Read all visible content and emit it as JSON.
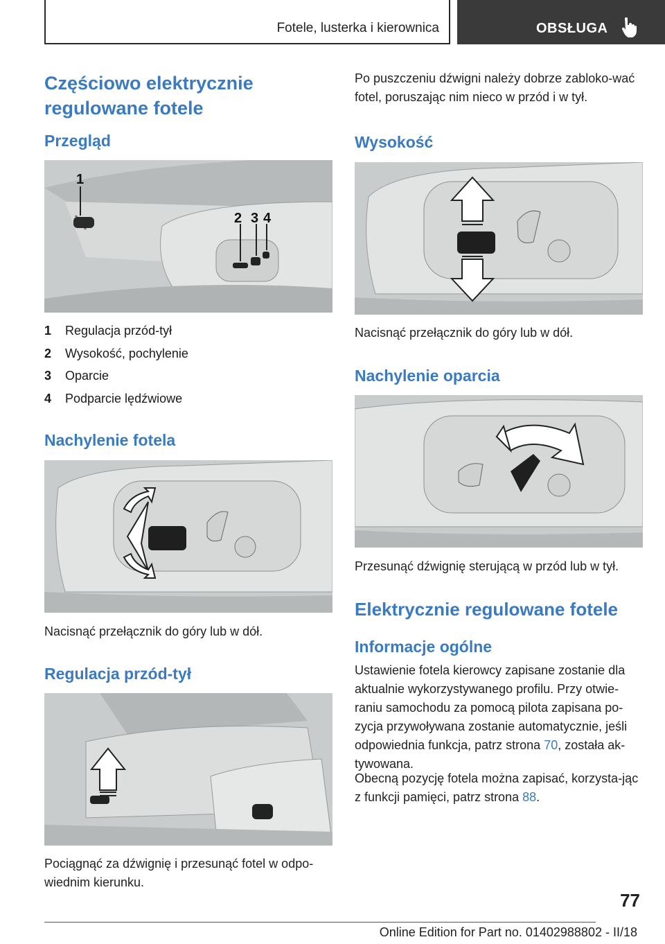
{
  "header": {
    "section_title": "Fotele, lusterka i kierownica",
    "tab_label": "OBSŁUGA"
  },
  "left": {
    "title": "Częściowo elektrycznie regulowane fotele",
    "overview_heading": "Przegląd",
    "overview_callouts": [
      "1",
      "2",
      "3",
      "4"
    ],
    "legend": [
      {
        "num": "1",
        "label": "Regulacja przód-tył"
      },
      {
        "num": "2",
        "label": "Wysokość, pochylenie"
      },
      {
        "num": "3",
        "label": "Oparcie"
      },
      {
        "num": "4",
        "label": "Podparcie lędźwiowe"
      }
    ],
    "tilt_heading": "Nachylenie fotela",
    "tilt_text": "Nacisnąć przełącznik do góry lub w dół.",
    "fwd_heading": "Regulacja przód-tył",
    "fwd_text": "Pociągnąć za dźwignię i przesunąć fotel w odpo-wiednim kierunku."
  },
  "right": {
    "lock_text": "Po puszczeniu dźwigni należy dobrze zabloko-wać fotel, poruszając nim nieco w przód i w tył.",
    "height_heading": "Wysokość",
    "height_text": "Nacisnąć przełącznik do góry lub w dół.",
    "backrest_heading": "Nachylenie oparcia",
    "backrest_text": "Przesunąć dźwignię sterującą w przód lub w tył.",
    "electric_heading": "Elektrycznie regulowane fotele",
    "general_heading": "Informacje ogólne",
    "general_text_a": "Ustawienie fotela kierowcy zapisane zostanie dla aktualnie wykorzystywanego profilu. Przy otwie-raniu samochodu za pomocą pilota zapisana po-zycja przywoływana zostanie automatycznie, jeśli odpowiednia funkcja, patrz strona",
    "general_link_a": "70",
    "general_text_b": ", została ak-tywowana.",
    "memory_text_a": "Obecną pozycję fotela można zapisać, korzysta-jąc z funkcji pamięci, patrz strona",
    "memory_link": "88",
    "memory_text_b": "."
  },
  "footer": {
    "page_number": "77",
    "edition": "Online Edition for Part no. 01402988802 - II/18"
  }
}
